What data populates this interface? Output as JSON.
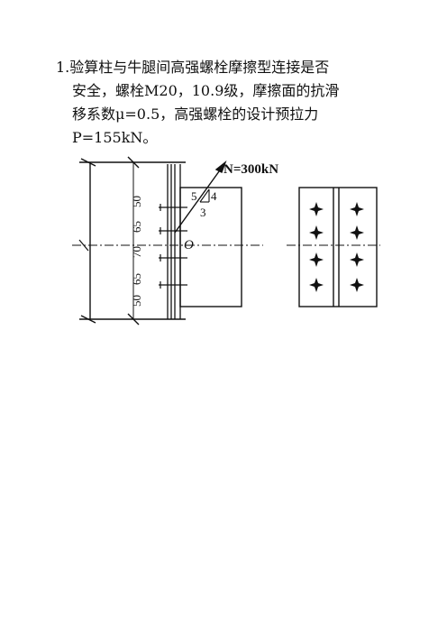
{
  "problem": {
    "number": "1.",
    "lines": [
      "验算柱与牛腿间高强螺栓摩擦型连接是否",
      "安全，螺栓M20，10.9级，摩擦面的抗滑",
      "移系数μ=0.5，高强螺栓的设计预拉力",
      "P=155kN。"
    ]
  },
  "figure": {
    "force_label": "N=300kN",
    "slope": {
      "hyp": "5",
      "rise": "4",
      "run": "3"
    },
    "origin_label": "O",
    "dimensions": [
      "50",
      "65",
      "70",
      "65",
      "50"
    ]
  }
}
